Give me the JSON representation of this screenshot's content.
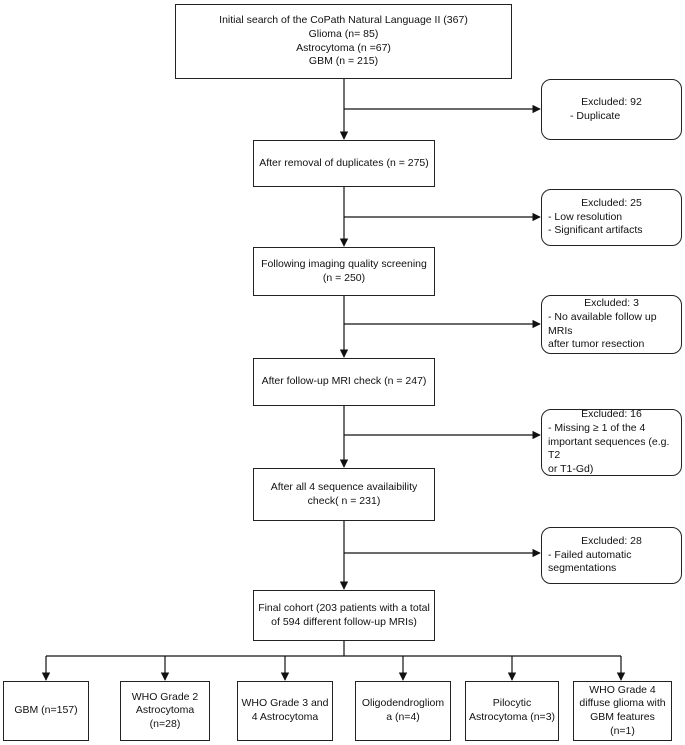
{
  "main": {
    "initial": {
      "lines": [
        "Initial search of the CoPath Natural Language II (367)",
        "Glioma (n= 85)",
        "Astrocytoma (n =67)",
        "GBM (n = 215)"
      ]
    },
    "dedup": {
      "lines": [
        "After removal of duplicates (n = 275)"
      ]
    },
    "quality": {
      "lines": [
        "Following imaging quality screening",
        "(n = 250)"
      ]
    },
    "followup": {
      "lines": [
        "After follow-up MRI check (n = 247)"
      ]
    },
    "sequence": {
      "lines": [
        "After all 4 sequence availaibility",
        "check( n = 231)"
      ]
    },
    "final": {
      "lines": [
        "Final cohort (203 patients with a total",
        "of 594 different follow-up MRIs)"
      ]
    }
  },
  "excluded": [
    {
      "title": "Excluded: 92",
      "items": [
        "- Duplicate"
      ]
    },
    {
      "title": "Excluded: 25",
      "items": [
        "- Low resolution",
        "- Significant artifacts"
      ]
    },
    {
      "title": "Excluded: 3",
      "items": [
        "- No available follow up MRIs",
        "after tumor resection"
      ]
    },
    {
      "title": "Excluded: 16",
      "items": [
        "- Missing ≥ 1 of the 4",
        "important sequences (e.g. T2",
        "or T1-Gd)"
      ]
    },
    {
      "title": "Excluded: 28",
      "items": [
        "- Failed automatic",
        "segmentations"
      ]
    }
  ],
  "categories": [
    {
      "lines": [
        "GBM (n=157)"
      ]
    },
    {
      "lines": [
        "WHO Grade 2",
        "Astrocytoma",
        "(n=28)"
      ]
    },
    {
      "lines": [
        "WHO Grade 3 and",
        "4 Astrocytoma"
      ]
    },
    {
      "lines": [
        "Oligodendrogliom",
        "a (n=4)"
      ]
    },
    {
      "lines": [
        "Pilocytic",
        "Astrocytoma (n=3)"
      ]
    },
    {
      "lines": [
        "WHO Grade 4",
        "diffuse glioma with",
        "GBM features",
        "(n=1)"
      ]
    }
  ]
}
